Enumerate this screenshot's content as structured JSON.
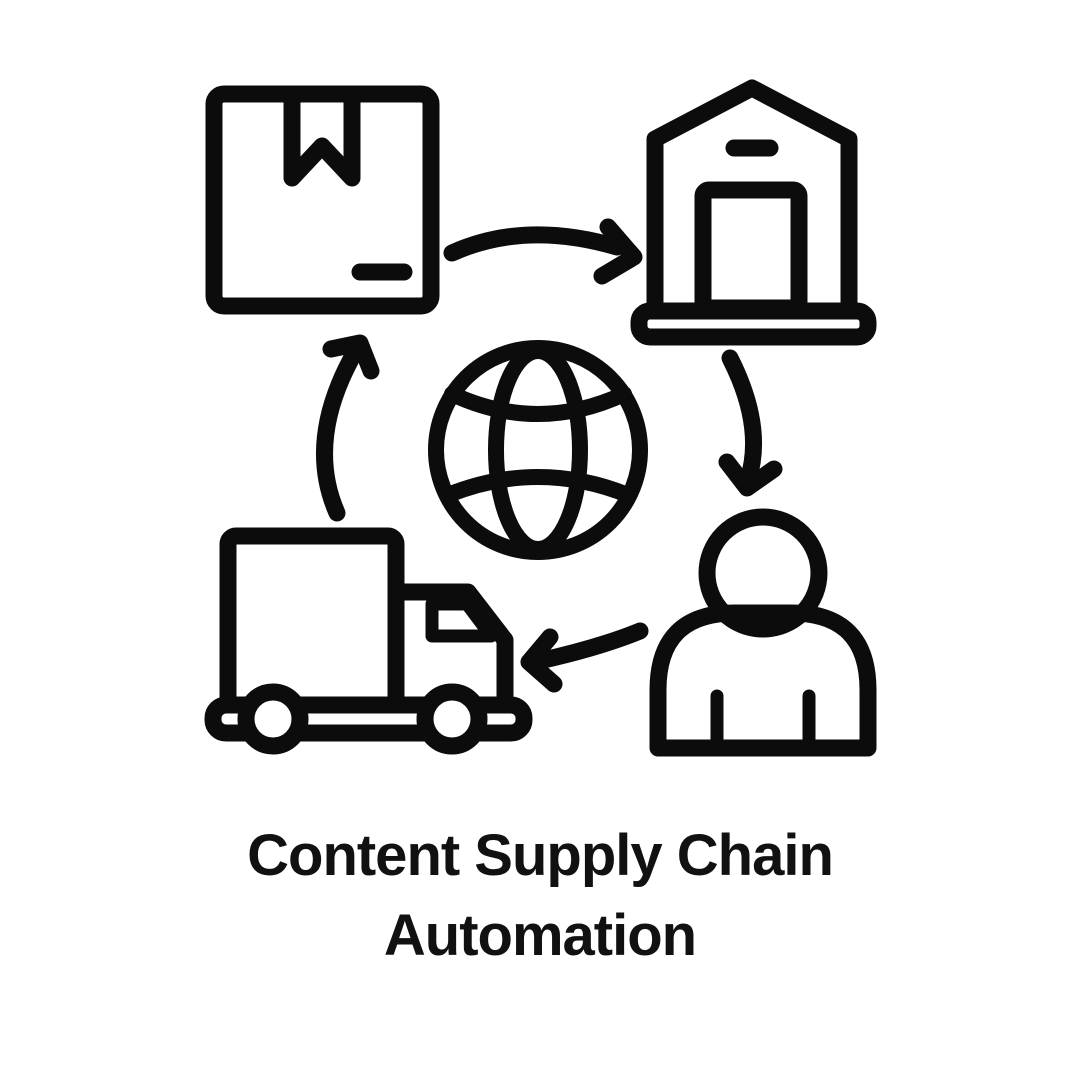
{
  "canvas": {
    "background_color": "#ffffff",
    "ink_color": "#0c0c0c"
  },
  "title": {
    "line1": "Content Supply Chain",
    "line2": "Automation",
    "full_text": "Content Supply Chain Automation"
  },
  "diagram": {
    "icons": [
      {
        "name": "package-box-icon",
        "position": "top-left"
      },
      {
        "name": "warehouse-icon",
        "position": "top-right"
      },
      {
        "name": "globe-icon",
        "position": "center"
      },
      {
        "name": "person-icon",
        "position": "bottom-right"
      },
      {
        "name": "delivery-truck-icon",
        "position": "bottom-left"
      }
    ],
    "arrows": [
      {
        "name": "arrow-package-to-warehouse",
        "direction": "clockwise"
      },
      {
        "name": "arrow-warehouse-to-person",
        "direction": "clockwise"
      },
      {
        "name": "arrow-person-to-truck",
        "direction": "clockwise"
      },
      {
        "name": "arrow-truck-to-package",
        "direction": "clockwise"
      }
    ]
  }
}
